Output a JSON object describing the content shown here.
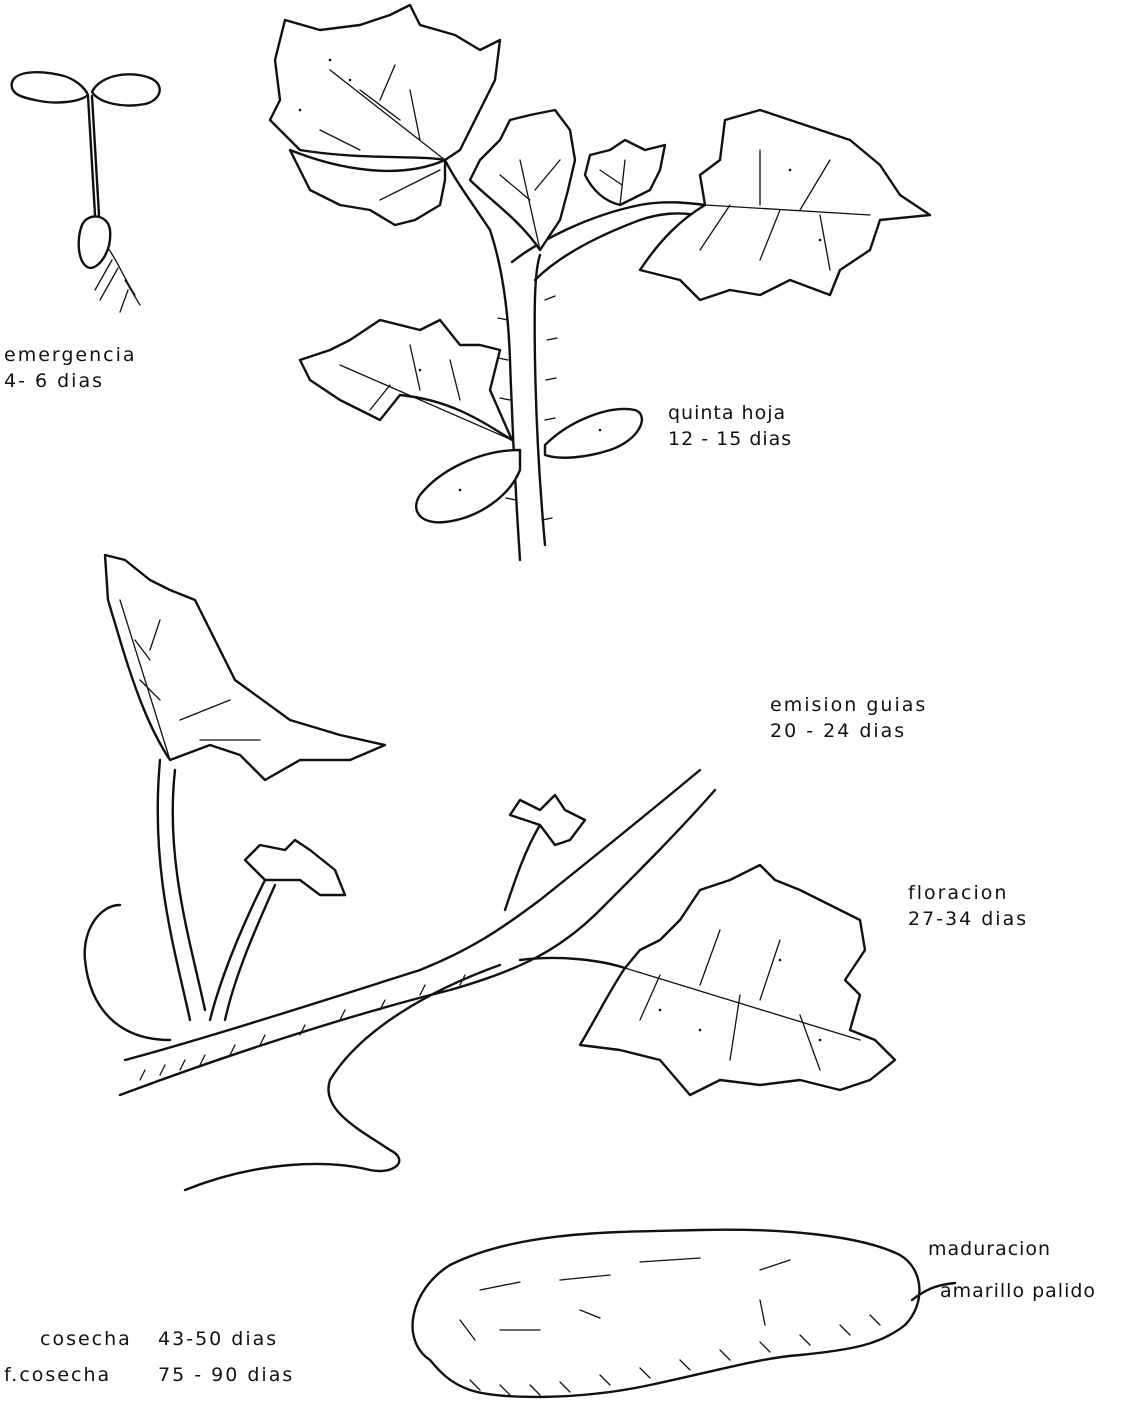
{
  "stages": {
    "emergencia": {
      "name": "emergencia",
      "days": "4- 6 dias"
    },
    "quinta_hoja": {
      "name": "quinta hoja",
      "days": "12 - 15 dias"
    },
    "emision_guias": {
      "name": "emision guias",
      "days": "20 - 24 dias"
    },
    "floracion": {
      "name": "floracion",
      "days": "27-34 dias"
    },
    "maduracion": {
      "name": "maduracion",
      "color": "amarillo palido"
    },
    "cosecha": {
      "name": "cosecha",
      "days": "43-50 dias"
    },
    "fin_cosecha": {
      "name": "f.cosecha",
      "days": "75 - 90 dias"
    }
  }
}
